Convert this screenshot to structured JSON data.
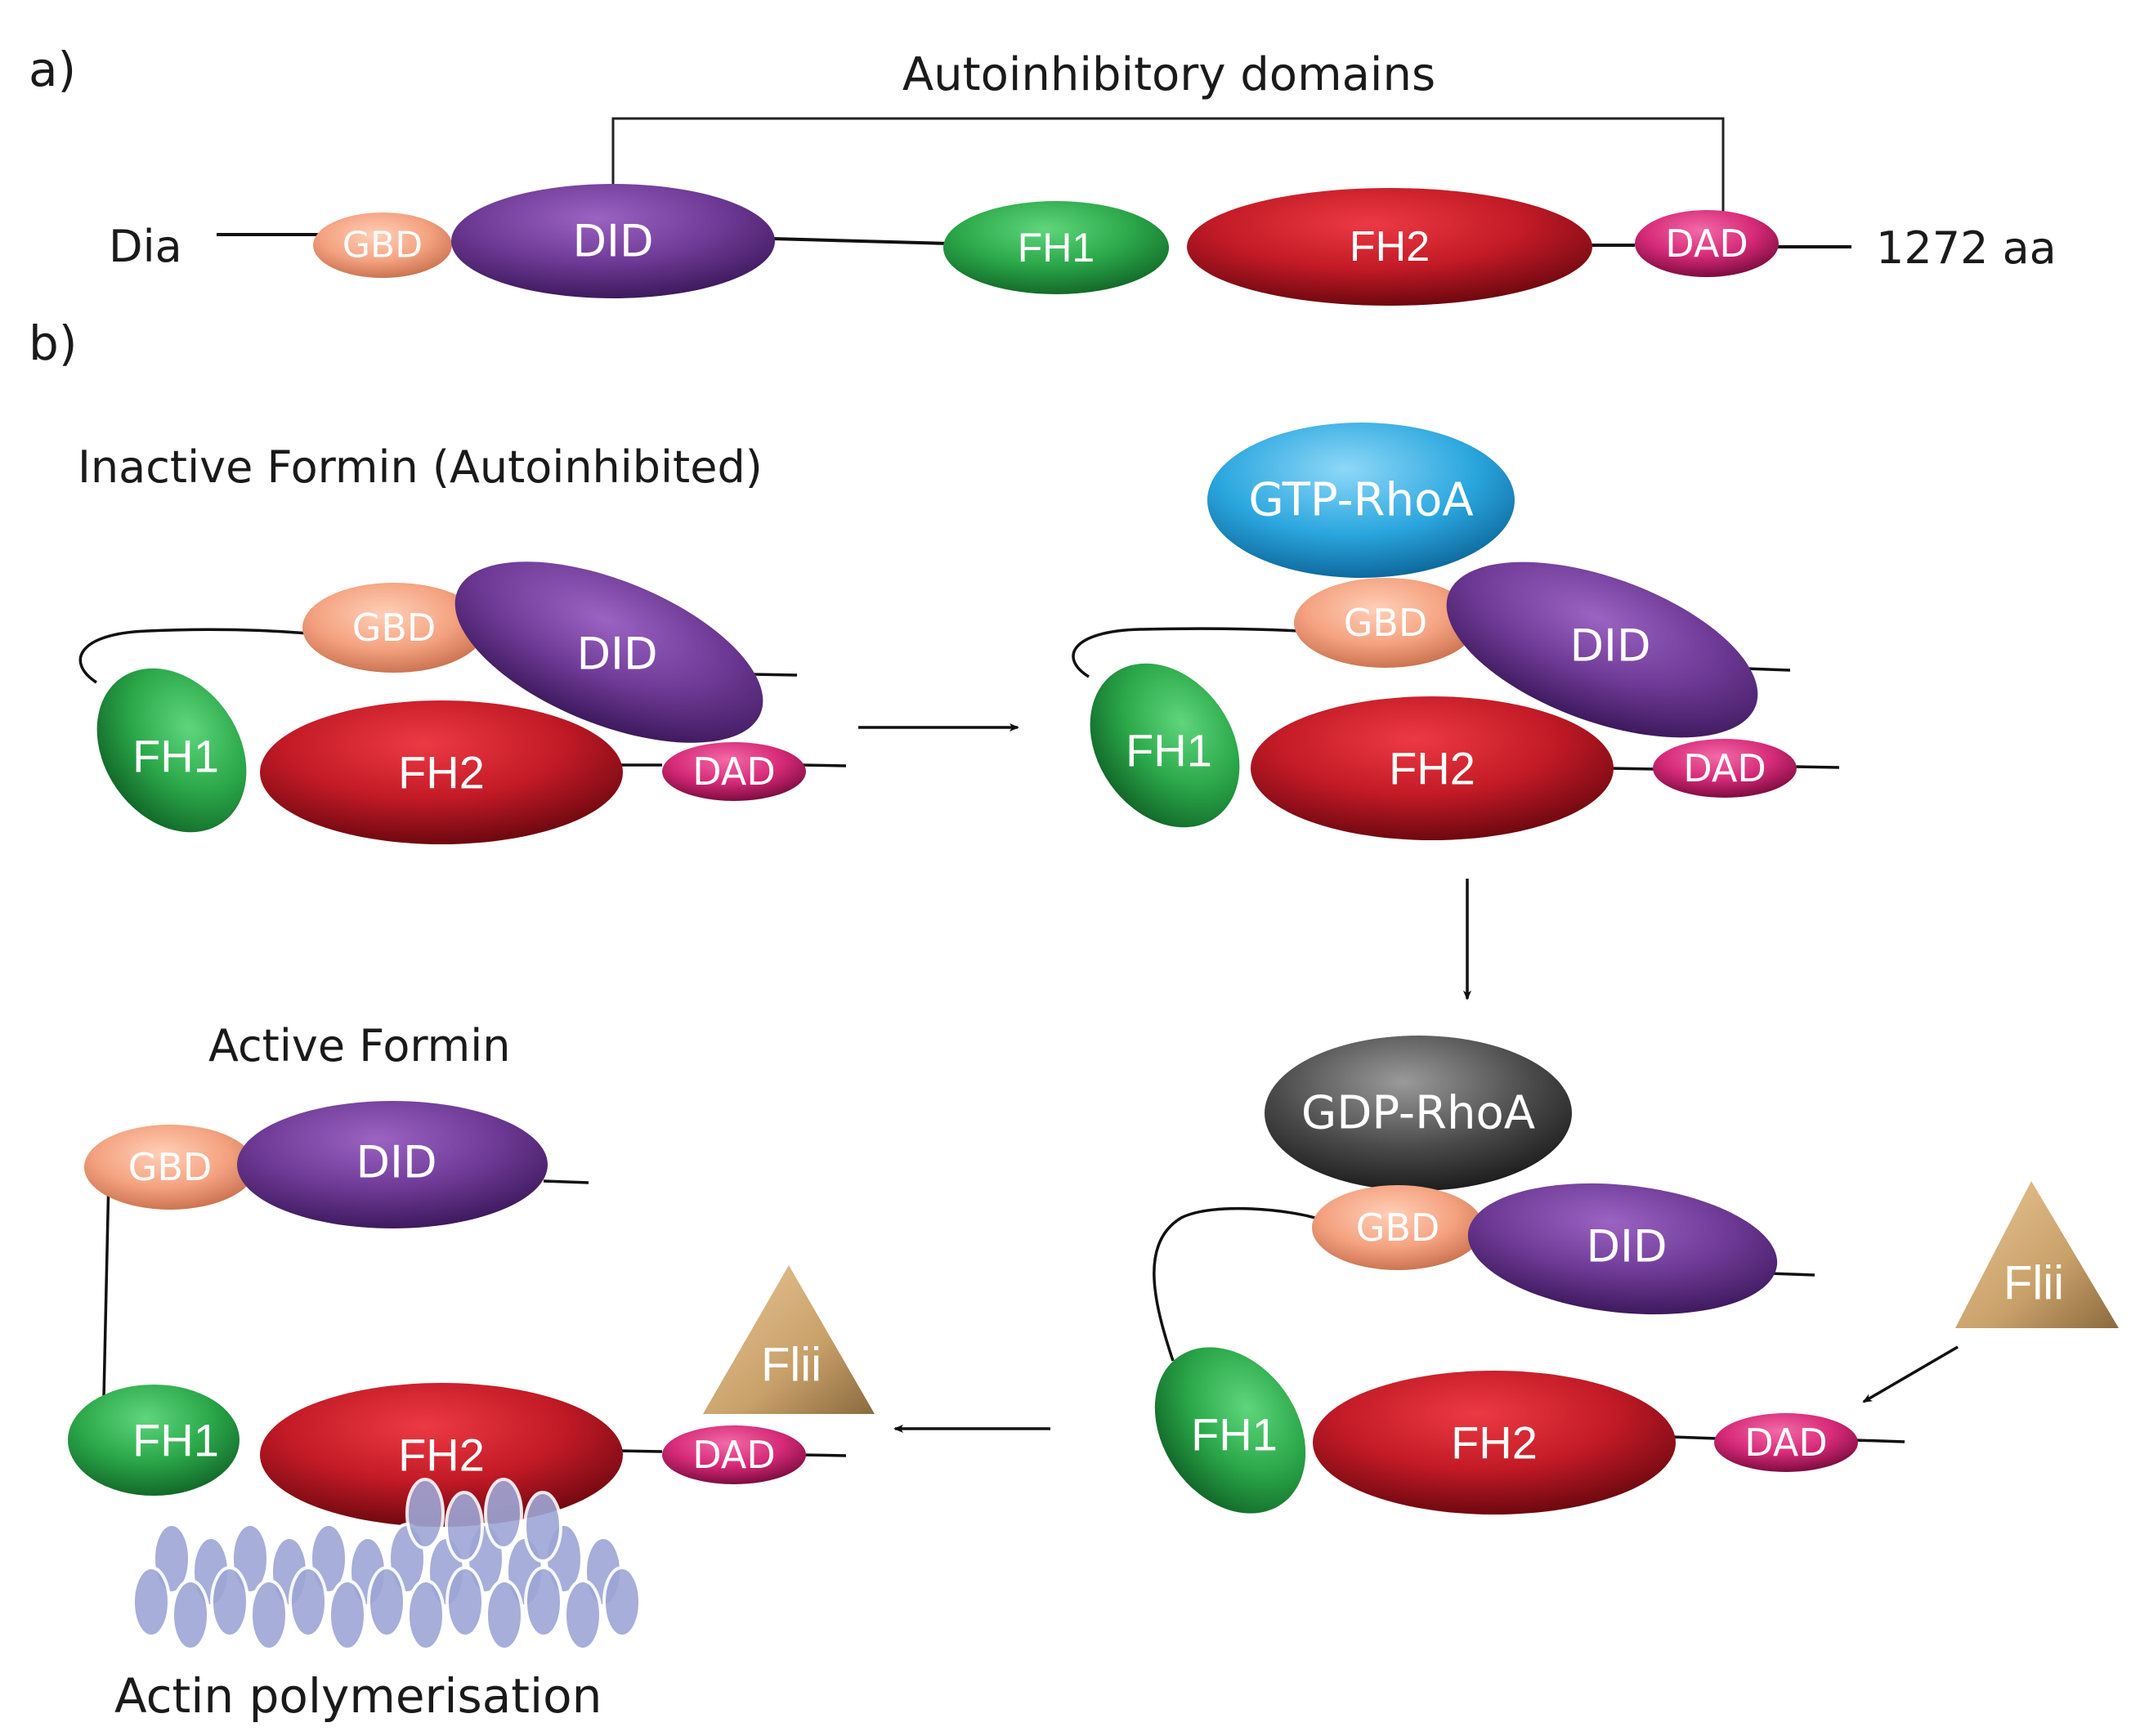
{
  "panel_a": {
    "letter": "a)",
    "bracket_label": "Autoinhibitory  domains",
    "protein_name": "Dia",
    "length_label": "1272 aa"
  },
  "panel_b": {
    "letter": "b)",
    "inactive_title": "Inactive Formin (Autoinhibited)",
    "active_title": "Active Formin",
    "actin_caption": "Actin polymerisation"
  },
  "domains": {
    "gbd": "GBD",
    "did": "DID",
    "fh1": "FH1",
    "fh2": "FH2",
    "dad": "DAD"
  },
  "partners": {
    "gtp_rhoa": "GTP-RhoA",
    "gdp_rhoa": "GDP-RhoA",
    "flii": "Flii"
  },
  "colors": {
    "gbd": "#f4a280",
    "did": "#6f3a96",
    "fh1": "#2ba84a",
    "fh2": "#c21a26",
    "dad": "#d62a78",
    "gtp_rhoa": "#2aa6de",
    "gdp_rhoa": "#4a4a4a",
    "flii": "#c8a06a",
    "actin": "#9ea6d6"
  }
}
